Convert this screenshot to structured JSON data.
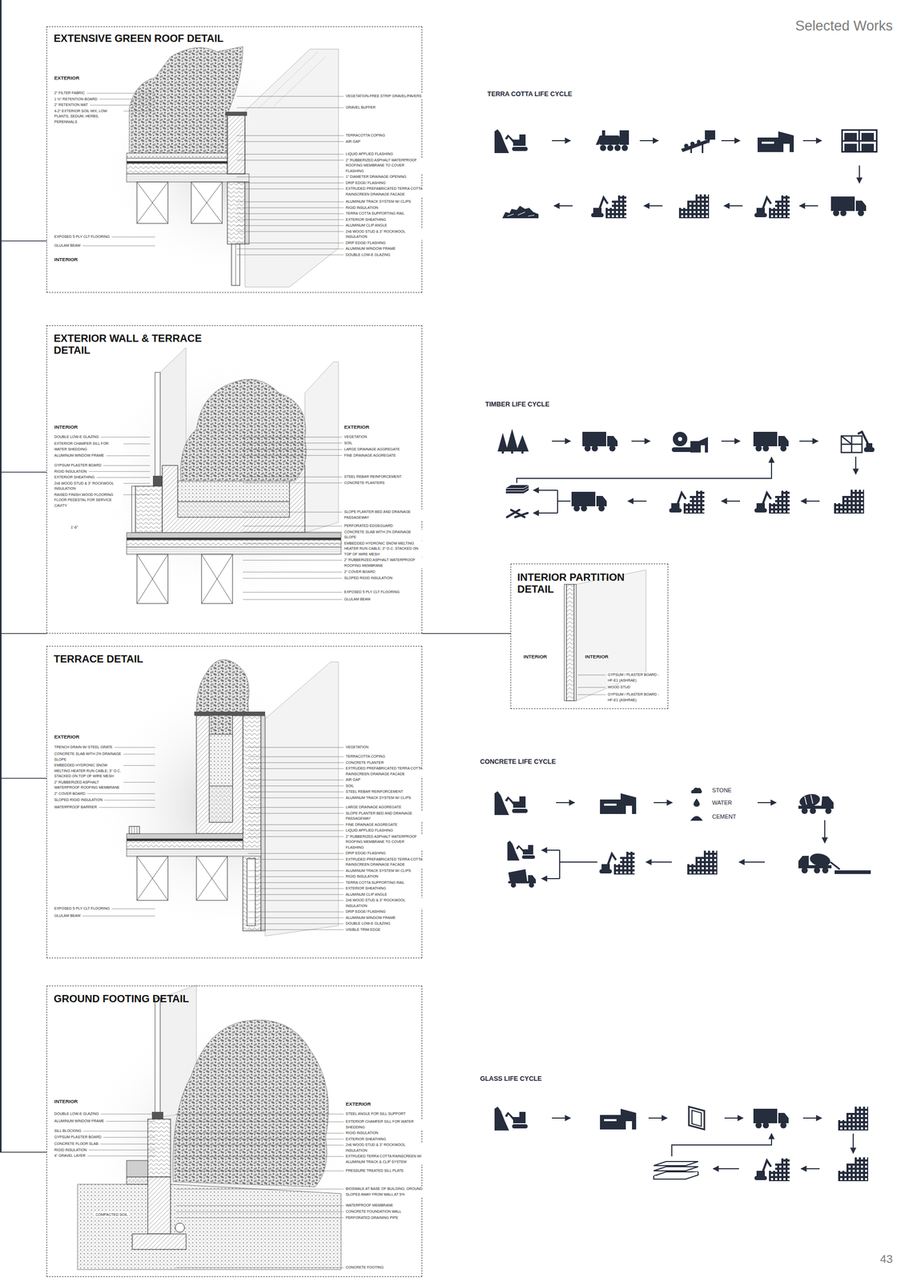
{
  "diagram": {
    "nodes": [
      {
        "text": [
          "EXTENSIVE GREEN ROOF DETAIL",
          "EXTERIOR",
          "2\" FILTER FABRIC",
          "1 ½\" RETENTION BOARD",
          "2\" RETENTION MAT",
          "4-2\" EXTERIOR SOIL MIX, LOW PLANTS, SEDUM, HERBS, PERENNIALS",
          "EXPOSED 5 PLY CLT FLOORING",
          "GLULAM BEAM",
          "INTERIOR",
          "VEGETATION-FREE STRIP GRAVEL/PAVERS",
          "GRAVEL BUFFER",
          "TERRACOTTA COPING",
          "AIR GAP",
          "LIQUID APPLIED FLASHING",
          "2\" RUBBERIZED ASPHALT WATERPROOF ROOFING MEMBRANE TO COVER FLASHING",
          "1\" DIAMETER DRAINAGE OPENING",
          "DRIP EDGE/ FLASHING",
          "EXTRUDED PREFABRICATED TERRA COTTA RAINSCREEN DRAINAGE FACADE",
          "ALUMINUM TRACK SYSTEM W/ CLIPS",
          "RIGID INSULATION",
          "TERRA COTTA SUPPORTING RAIL",
          "EXTERIOR SHEATHING",
          "ALUMINUM CLIP ANGLE",
          "2x6 WOOD STUD & 3\" ROCKWOOL INSULATION",
          "DRIP EDGE/ FLASHING",
          "ALUMINUM WINDOW FRAME",
          "DOUBLE LOW-E GLAZING"
        ]
      },
      {
        "text": [
          "EXTERIOR WALL & TERRACE DETAIL",
          "INTERIOR",
          "DOUBLE LOW-E GLAZING",
          "EXTERIOR CHAMFER SILL FOR WATER SHEDDING",
          "ALUMINUM WINDOW FRAME",
          "GYPSUM PLASTER BOARD",
          "RIGID INSULATION",
          "EXTERIOR SHEATHING",
          "2x6 WOOD STUD & 3\" ROCKWOOL INSULATION",
          "RAISED FINISH WOOD FLOORING FLOOR PEDESTAL FOR SERVICE CAVITY",
          "1'-6\"",
          "EXTERIOR",
          "VEGETATION",
          "SOIL",
          "LARGE DRAINAGE AGGREGATE",
          "FINE DRAINAGE AGGREGATE",
          "STEEL REBAR REINFORCEMENT",
          "CONCRETE PLANTERS",
          "SLOPE PLANTER BED AND DRAINAGE PASSAGEWAY",
          "PERFORATED EDGEGUARD",
          "CONCRETE SLAB WITH 2% DRAINAGE SLOPE",
          "EMBEDDED HYDRONIC SNOW MELTING HEATER RUN CABLE; 3\" O.C. STACKED ON TOP OF WIRE MESH",
          "2\" RUBBERIZED ASPHALT WATERPROOF ROOFING MEMBRANE",
          "2\" COVER BOARD",
          "SLOPED RIGID INSULATION",
          "EXPOSED 5 PLY CLT FLOORING",
          "GLULAM BEAM"
        ]
      },
      {
        "text": [
          "TERRACE DETAIL",
          "EXTERIOR",
          "TRENCH DRAIN W/ STEEL GRATE",
          "CONCRETE SLAB WITH 2% DRAINAGE SLOPE",
          "EMBEDDED HYDRONIC SNOW MELTING HEATER RUN CABLE; 3\" O.C. STACKED ON TOP OF WIRE MESH",
          "2\" RUBBERIZED ASPHALT WATERPROOF ROOFING MEMBRANE",
          "2\" COVER BOARD",
          "SLOPED RIGID INSULATION",
          "WATERPROOF BARRIER",
          "EXPOSED 5 PLY CLT FLOORING",
          "GLULAM BEAM",
          "VEGETATION",
          "TERRACOTTA COPING",
          "CONCRETE PLANTER",
          "EXTRUDED PREFABRICATED TERRA COTTA RAINSCREEN DRAINAGE FACADE",
          "AIR GAP",
          "SOIL",
          "STEEL REBAR REINFORCEMENT",
          "ALUMINUM TRACK SYSTEM W/ CLIPS",
          "LARGE DRAINAGE AGGREGATE",
          "SLOPE PLANTER BED AND DRAINAGE PASSAGEWAY",
          "FINE DRAINAGE AGGREGATE",
          "LIQUID APPLIED FLASHING",
          "2\" RUBBERIZED ASPHALT WATERPROOF ROOFING MEMBRANE TO COVER FLASHING",
          "DRIP EDGE/ FLASHING",
          "EXTRUDED PREFABRICATED TERRA COTTA RAINSCREEN DRAINAGE FACADE",
          "ALUMINUM TRACK SYSTEM W/ CLIPS",
          "RIGID INSULATION",
          "TERRA COTTA SUPPORTING RAIL",
          "EXTERIOR SHEATHING",
          "ALUMINUM CLIP ANGLE",
          "2x6 WOOD STUD & 3\" ROCKWOOL INSULATION",
          "DRIP EDGE/ FLASHING",
          "ALUMINUM WINDOW FRAME",
          "DOUBLE LOW-E GLAZING",
          "VISIBLE TRIM EDGE"
        ]
      },
      {
        "text": [
          "GROUND FOOTING DETAIL",
          "INTERIOR",
          "DOUBLE LOW-E GLAZING",
          "ALUMINUM WINDOW FRAME",
          "SILL BLOCKING",
          "GYPSUM PLASTER BOARD",
          "CONCRETE FLOOR SLAB",
          "RIGID INSULATION",
          "4\" GRAVEL LAYER",
          "COMPACTED SOIL",
          "EXTERIOR",
          "STEEL ANGLE FOR SILL SUPPORT",
          "EXTERIOR CHAMFER SILL FOR WATER SHEDDING",
          "RIGID INSULATION",
          "EXTERIOR SHEATHING",
          "2x6 WOOD STUD & 3\" ROCKWOOL INSULATION",
          "EXTRUDED TERRA COTTA RAINSCREEN W/ ALUMINUM TRACK & CLIP SYSTEM",
          "PRESSURE TREATED SILL PLATE",
          "BIOSWALE AT BASE OF BUILDING; GROUND SLOPES AWAY FROM WALL AT 5%",
          "WATERPROOF MEMBRANE",
          "CONCRETE FOUNDATION WALL",
          "PERFORATED DRAINING PIPE",
          "CONCRETE FOOTING"
        ]
      },
      {
        "text": [
          "INTERIOR PARTITION DETAIL",
          "INTERIOR",
          "INTERIOR",
          "GYPSUM / PLASTER BOARD - HF-E1 (ASHRAE)",
          "WOOD STUD",
          "GYPSUM / PLASTER BOARD - HF-E1 (ASHRAE)"
        ]
      }
    ],
    "labels": [
      "Selected Works",
      "TERRA COTTA LIFE CYCLE",
      "TIMBER LIFE CYCLE",
      "CONCRETE LIFE CYCLE",
      "STONE",
      "WATER",
      "CEMENT",
      "GLASS LIFE CYCLE",
      "43"
    ]
  }
}
